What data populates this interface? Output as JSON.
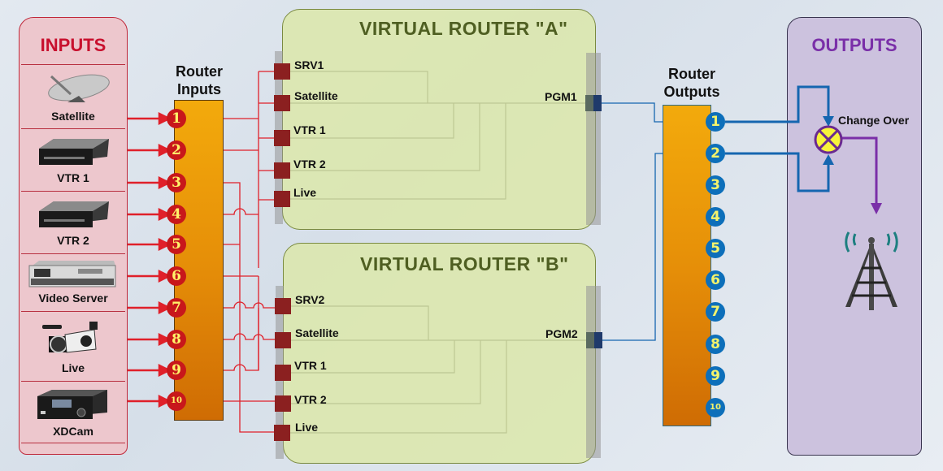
{
  "inputs_panel": {
    "title": "INPUTS",
    "sources": [
      {
        "label": "Satellite",
        "icon": "satellite-dish-icon"
      },
      {
        "label": "VTR 1",
        "icon": "vtr-deck-icon"
      },
      {
        "label": "VTR 2",
        "icon": "vtr-deck-icon"
      },
      {
        "label": "Video Server",
        "icon": "video-server-icon"
      },
      {
        "label": "Live",
        "icon": "camcorder-icon"
      },
      {
        "label": "XDCam",
        "icon": "xdcam-deck-icon"
      }
    ]
  },
  "router_inputs": {
    "title_line1": "Router",
    "title_line2": "Inputs",
    "ports": [
      "1",
      "2",
      "3",
      "4",
      "5",
      "6",
      "7",
      "8",
      "9",
      "10"
    ]
  },
  "virtual_router_a": {
    "title": "VIRTUAL ROUTER \"A\"",
    "inputs": [
      "SRV1",
      "Satellite",
      "VTR 1",
      "VTR 2",
      "Live"
    ],
    "output": "PGM1"
  },
  "virtual_router_b": {
    "title": "VIRTUAL ROUTER \"B\"",
    "inputs": [
      "SRV2",
      "Satellite",
      "VTR 1",
      "VTR 2",
      "Live"
    ],
    "output": "PGM2"
  },
  "router_outputs": {
    "title_line1": "Router",
    "title_line2": "Outputs",
    "ports": [
      "1",
      "2",
      "3",
      "4",
      "5",
      "6",
      "7",
      "8",
      "9",
      "10"
    ]
  },
  "outputs_panel": {
    "title": "OUTPUTS",
    "changeover_label": "Change Over",
    "transmitter_icon": "transmitter-tower-icon"
  },
  "colors": {
    "input_wire": "#e0202a",
    "output_wire": "#1566b0",
    "changeover_out": "#7a2fa8"
  }
}
